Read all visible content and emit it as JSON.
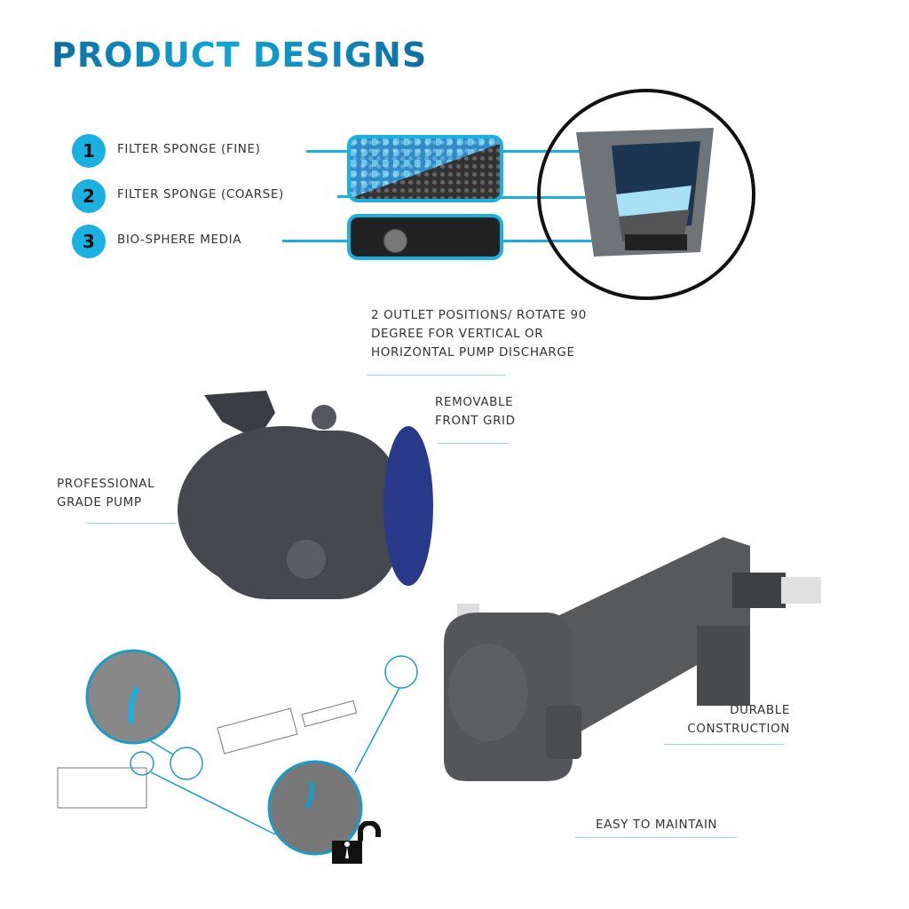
{
  "title": "PRODUCT DESIGNS",
  "filter_layers": [
    {
      "number": "1",
      "label": "FILTER SPONGE (FINE)"
    },
    {
      "number": "2",
      "label": "FILTER SPONGE (COARSE)"
    },
    {
      "number": "3",
      "label": "BIO-SPHERE MEDIA"
    }
  ],
  "pump_callouts": {
    "outlet": "2 OUTLET POSITIONS/ ROTATE 90\nDEGREE FOR VERTICAL OR\nHORIZONTAL PUMP DISCHARGE",
    "grid": "REMOVABLE\nFRONT GRID",
    "pump": "PROFESSIONAL\nGRADE PUMP"
  },
  "uv_callouts": {
    "durable": "DURABLE\nCONSTRUCTION",
    "maintain": "EASY TO MAINTAIN"
  },
  "colors": {
    "accent": "#1ab0e0",
    "title_dark": "#0d6da1"
  }
}
